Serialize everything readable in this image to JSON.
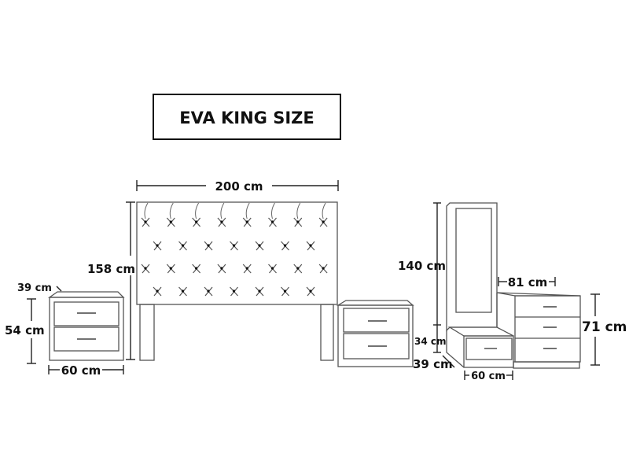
{
  "title": "EVA KING SIZE",
  "headboard": {
    "width": "200 cm",
    "height": "158 cm",
    "button_rows": [
      8,
      7,
      8,
      7
    ]
  },
  "left_nightstand": {
    "depth": "39 cm",
    "height": "54 cm",
    "width": "60 cm",
    "drawers": 2
  },
  "right_nightstand": {
    "drawers": 2
  },
  "dressing_table": {
    "height": "140 cm",
    "seat_height": "34 cm",
    "depth": "39 cm",
    "width": "60 cm",
    "drawers": 1
  },
  "chest": {
    "width": "81 cm",
    "height": "71 cm",
    "drawers": 3
  },
  "colors": {
    "line": "#555555",
    "text": "#111111"
  }
}
